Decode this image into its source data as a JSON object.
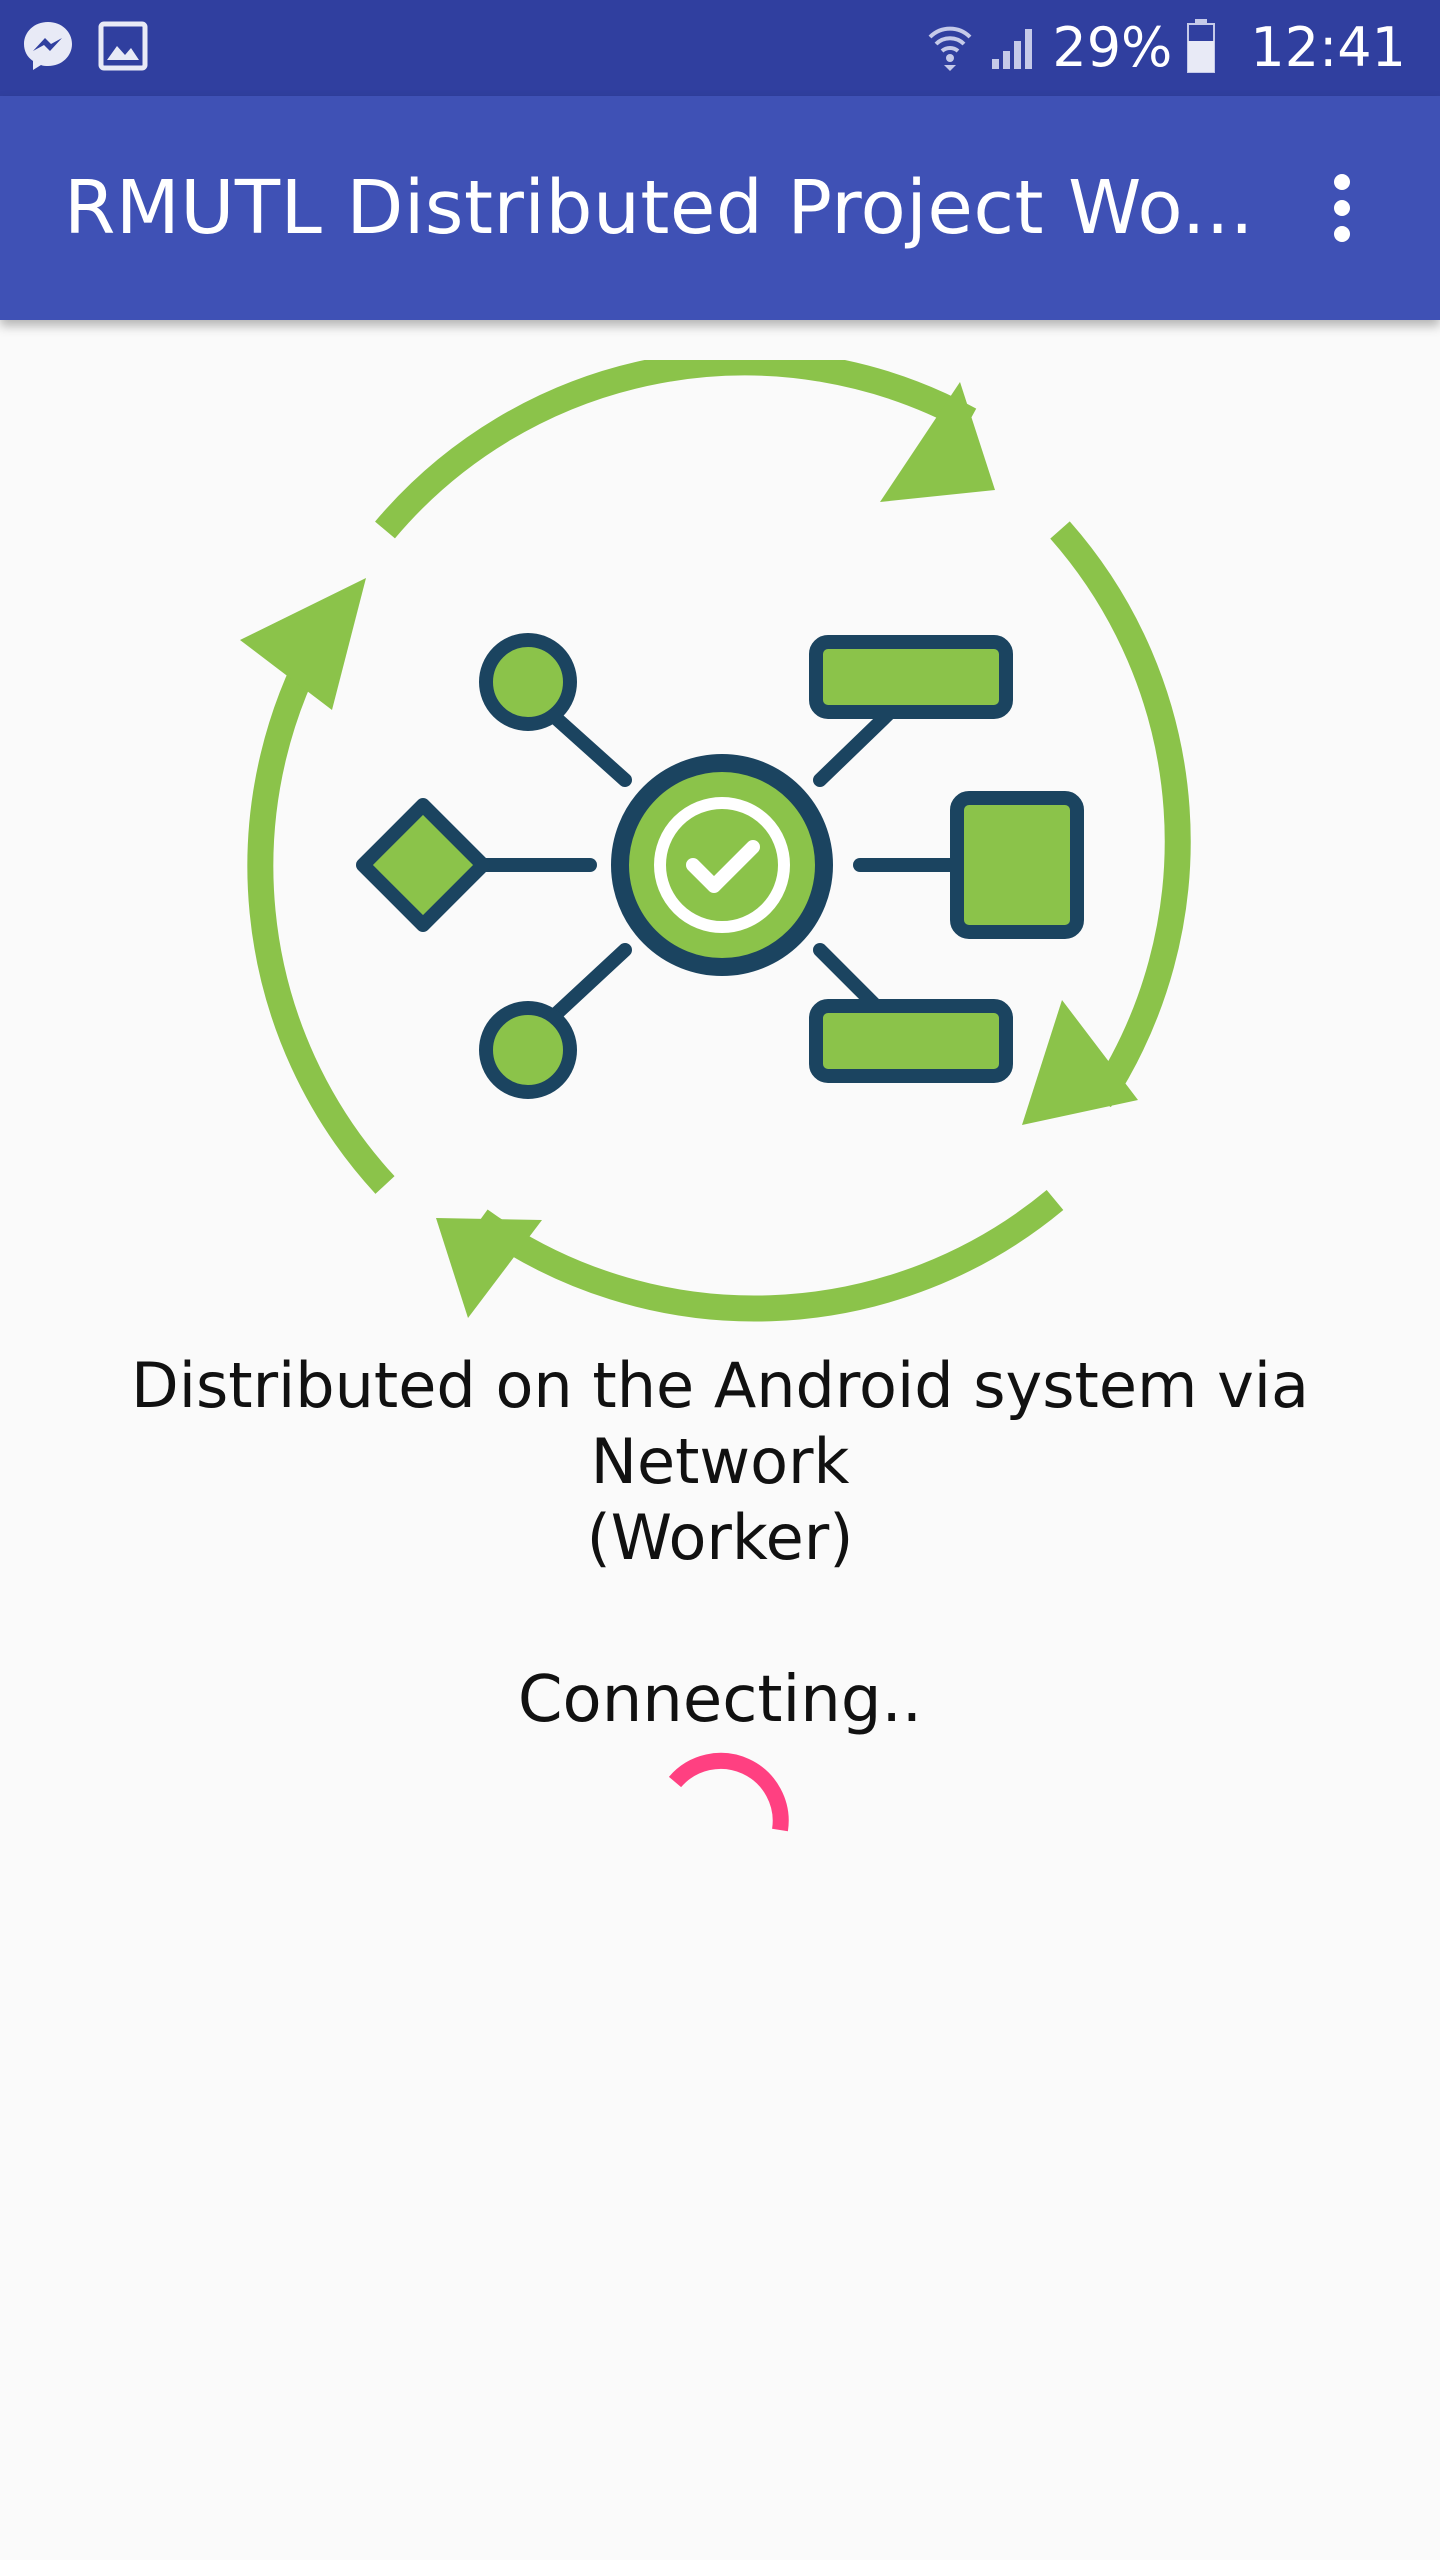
{
  "status_bar": {
    "battery": "29%",
    "time": "12:41",
    "icons": [
      "messenger-icon",
      "image-icon",
      "wifi-icon",
      "signal-icon",
      "battery-icon"
    ]
  },
  "app_bar": {
    "title": "RMUTL Distributed Project Wo...",
    "menu_icon": "more-vert-icon"
  },
  "main": {
    "description": "Distributed on the Android system via Network\n(Worker)",
    "status_text": "Connecting..",
    "illustration_icon": "distributed-network-icon"
  },
  "colors": {
    "status_bar": "#303f9f",
    "app_bar": "#3f51b5",
    "green": "#8bc34a",
    "navy": "#1b4460",
    "spinner": "#ff4081",
    "background": "#fafafa"
  }
}
